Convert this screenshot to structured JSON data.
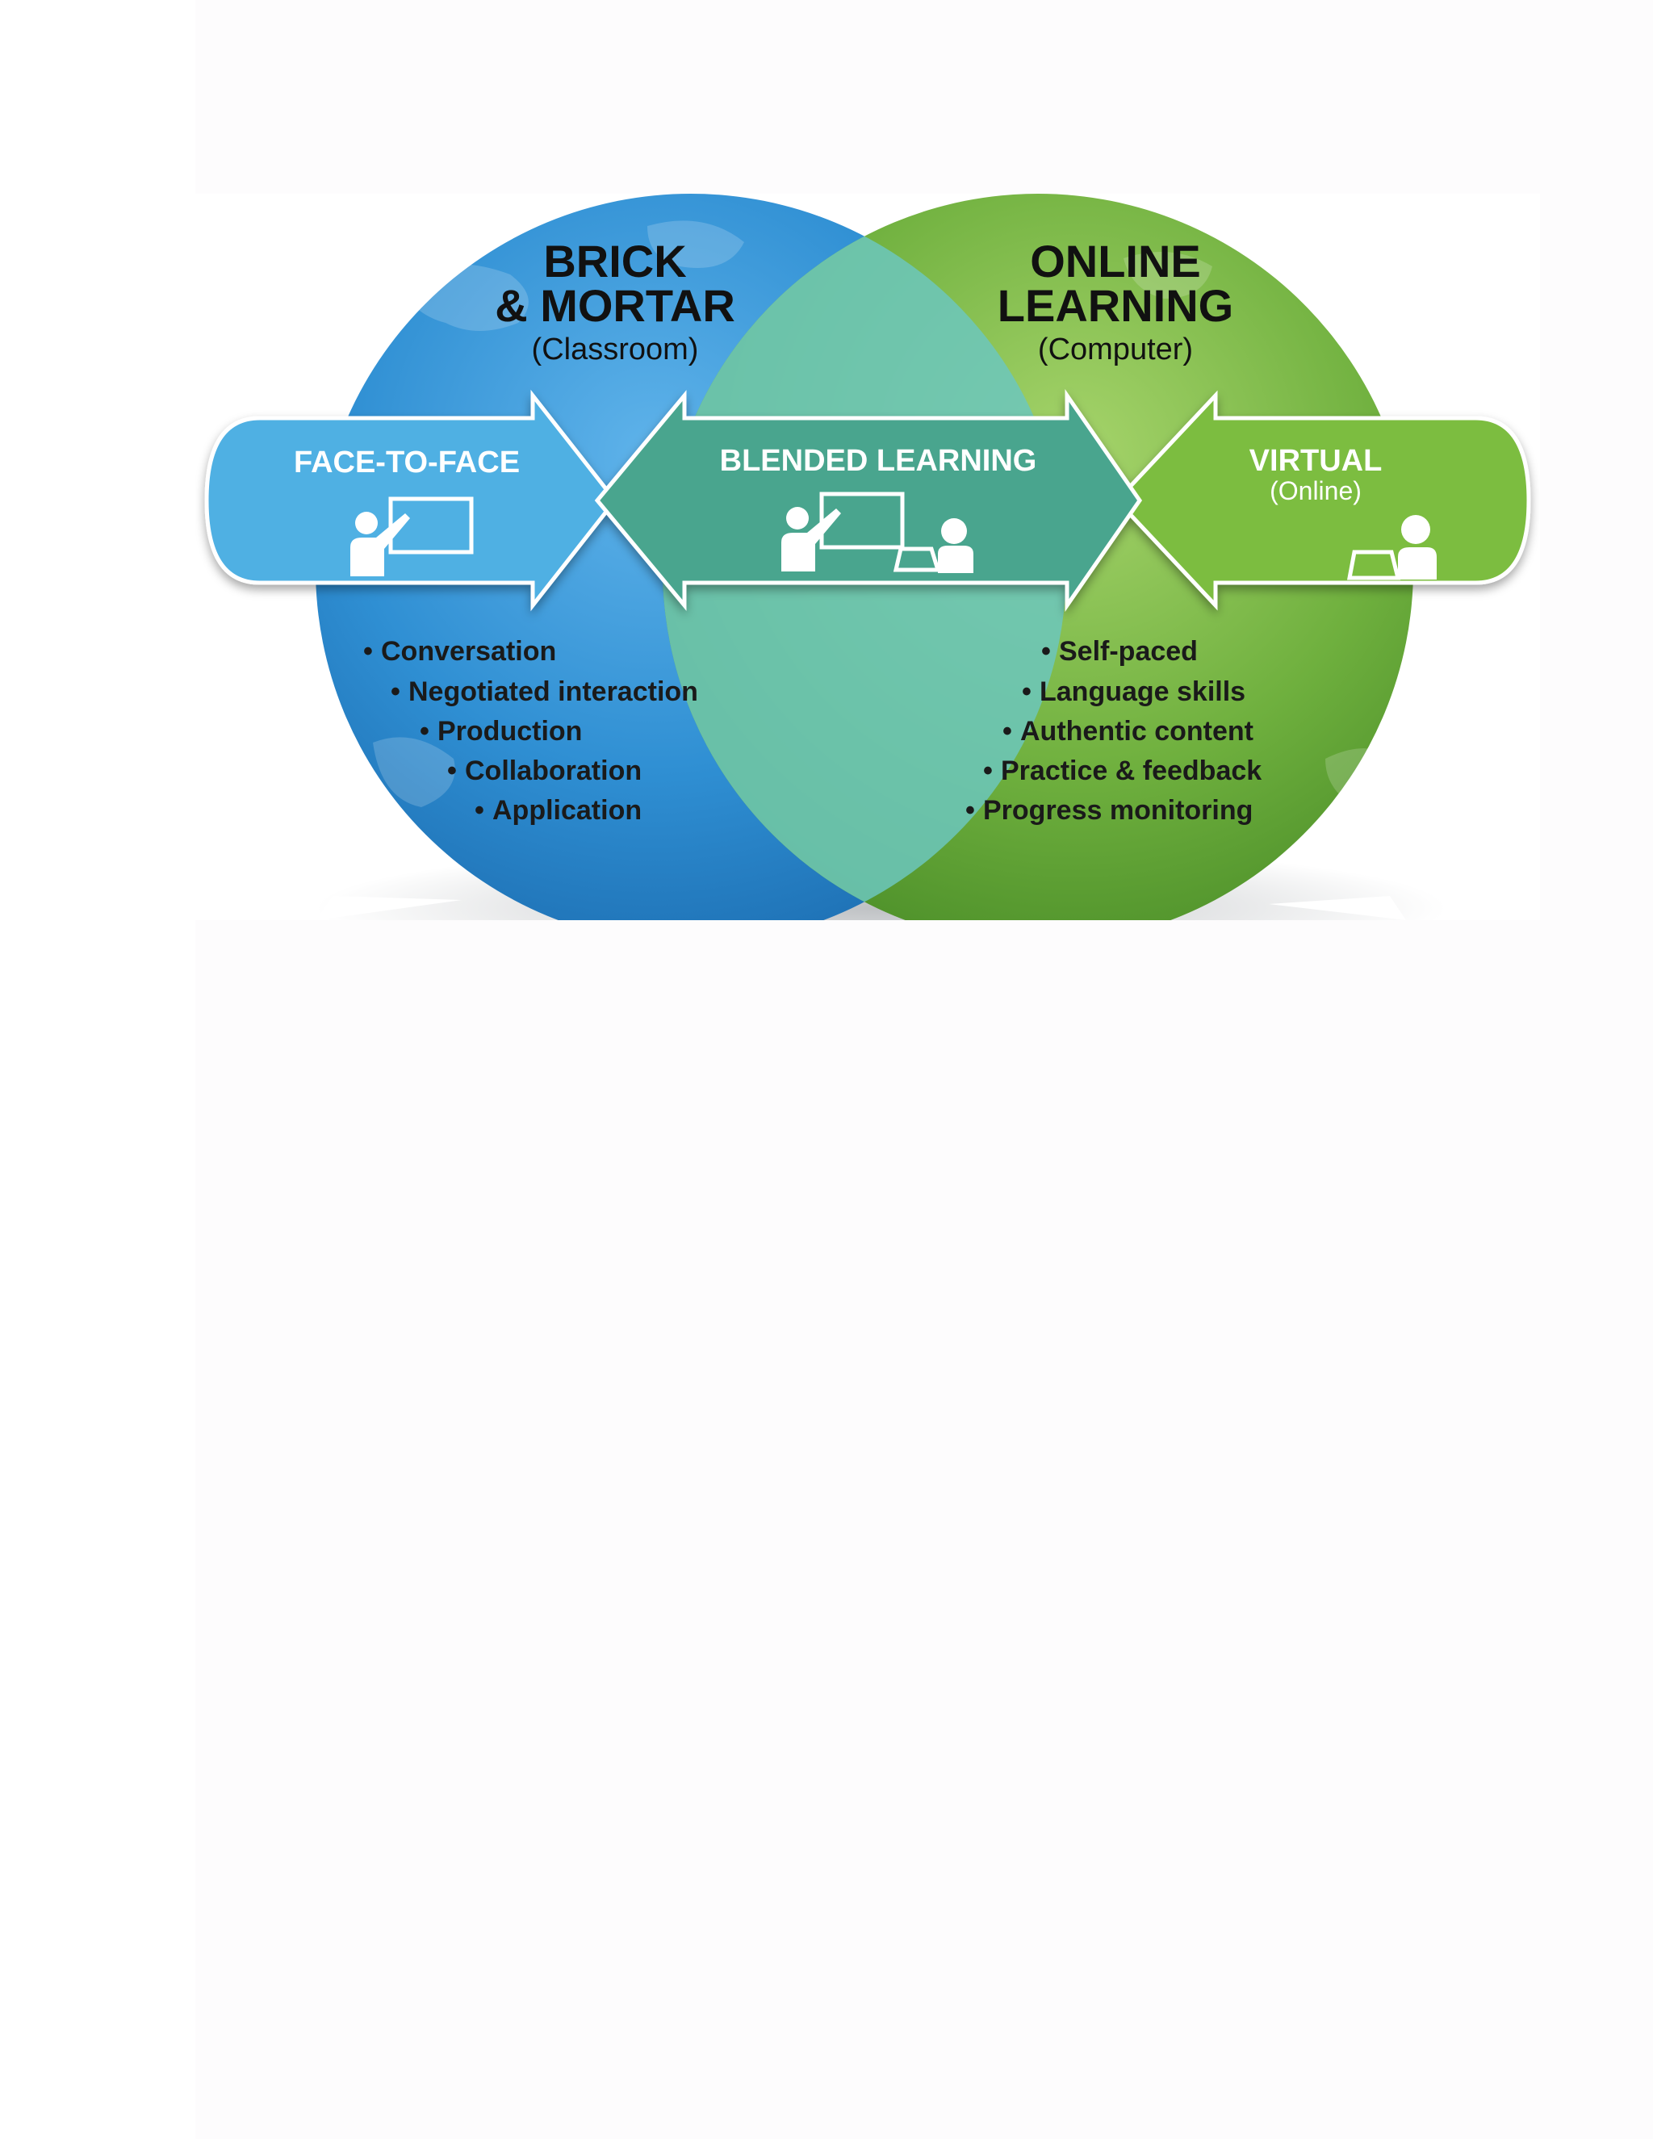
{
  "diagram": {
    "left_circle": {
      "title_line1": "BRICK",
      "title_line2": "& MORTAR",
      "subtitle": "(Classroom)",
      "color": "#2f8fd3",
      "items": [
        "Conversation",
        "Negotiated interaction",
        "Production",
        "Collaboration",
        "Application"
      ]
    },
    "right_circle": {
      "title_line1": "ONLINE",
      "title_line2": "LEARNING",
      "subtitle": "(Computer)",
      "color": "#6fb03e",
      "items": [
        "Self-paced",
        "Language skills",
        "Authentic content",
        "Practice & feedback",
        "Progress monitoring"
      ]
    },
    "overlap_color": "#6cc7bd",
    "arrows": {
      "left": {
        "label": "FACE-TO-FACE",
        "color": "#4fb0e3",
        "icon": "teacher-at-board-icon"
      },
      "center": {
        "label": "BLENDED LEARNING",
        "color": "#4aa58e",
        "icons": [
          "teacher-at-board-icon",
          "student-at-laptop-icon"
        ]
      },
      "right": {
        "label": "VIRTUAL",
        "sublabel": "(Online)",
        "color": "#7cbd3f",
        "icon": "student-at-laptop-icon"
      }
    },
    "bullet": "•"
  }
}
